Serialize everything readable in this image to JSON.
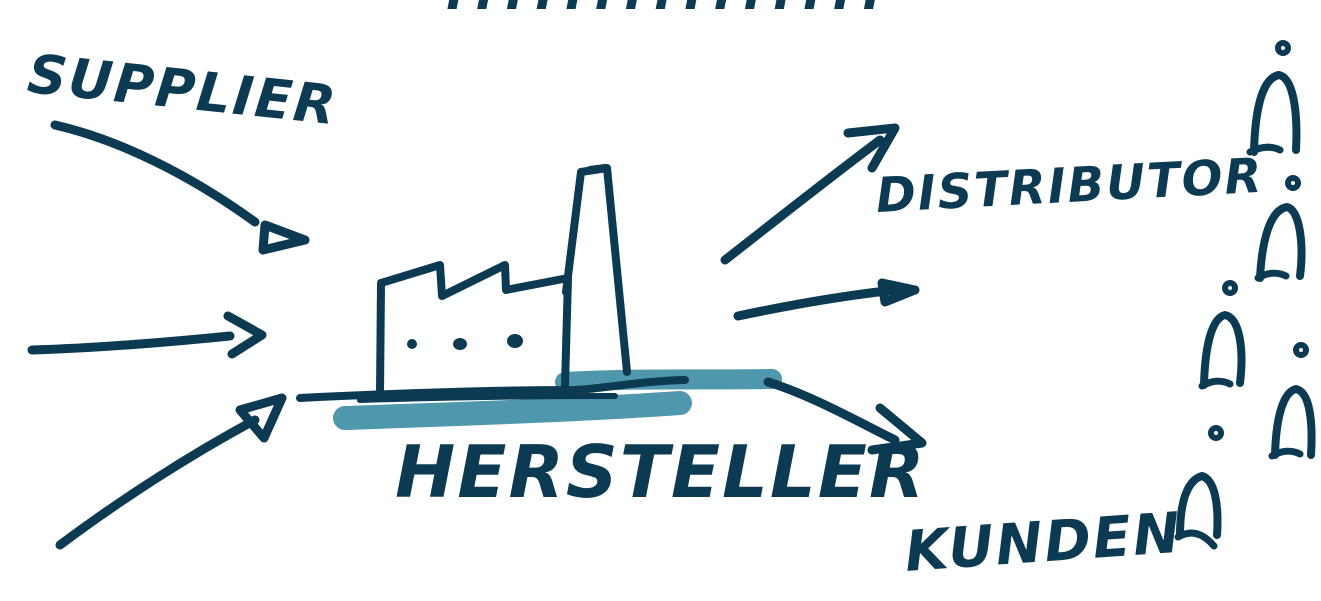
{
  "colors": {
    "ink": "#0b3a52",
    "accent": "#4f97ad",
    "background": "#ffffff"
  },
  "title_fragment": "...............",
  "labels": {
    "supplier": "SUPPLIER",
    "hersteller": "HERSTELLER",
    "distributor": "DISTRIBUTOR",
    "kunden": "KUNDEN"
  },
  "icons": {
    "factory": "factory-icon",
    "person": "person-icon"
  }
}
